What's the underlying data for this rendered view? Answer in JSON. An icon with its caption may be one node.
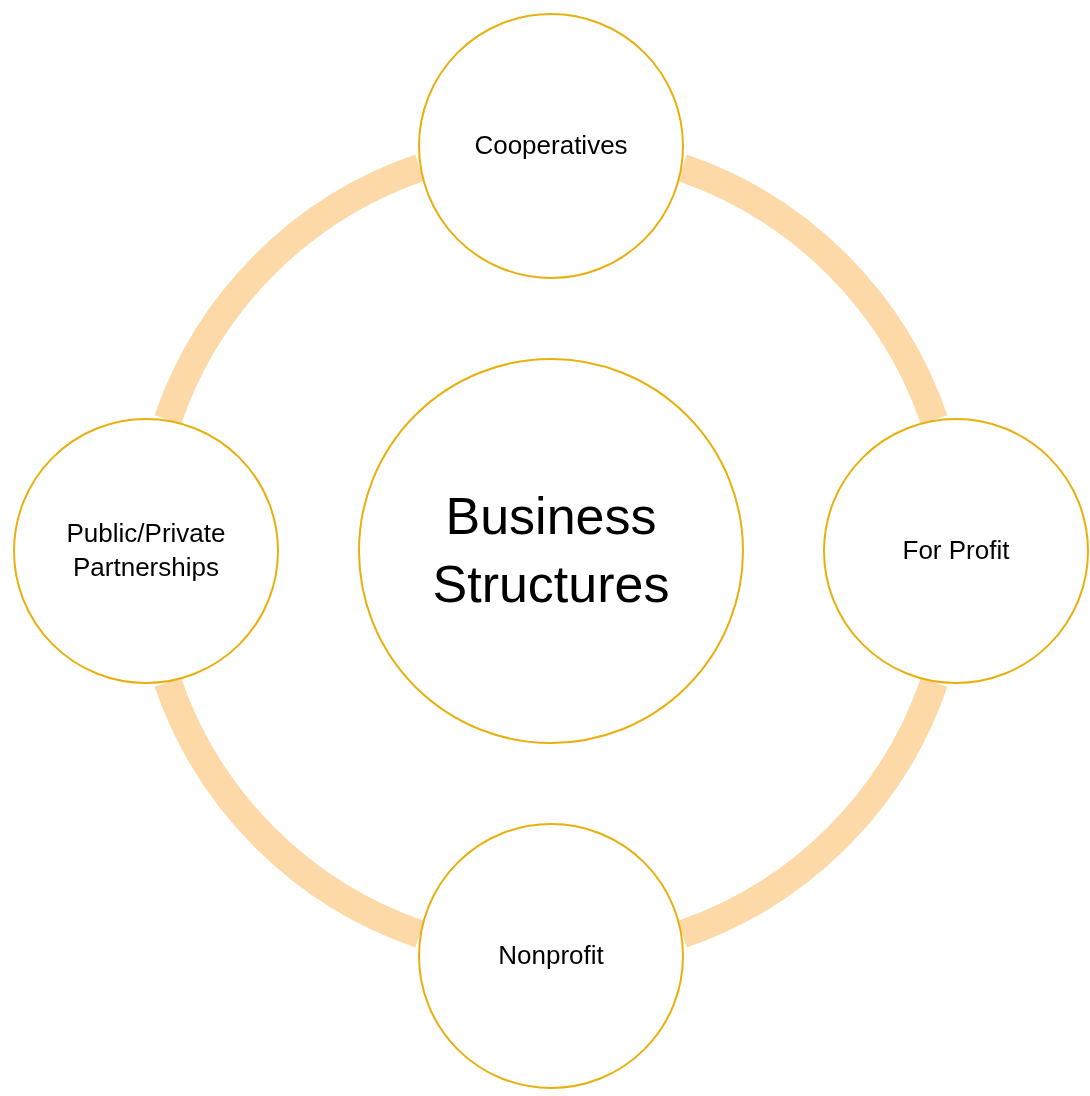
{
  "diagram": {
    "nodes": [
      {
        "text": [
          "Business Structures"
        ]
      },
      {
        "text": [
          "Cooperatives"
        ]
      },
      {
        "text": [
          "For Profit"
        ]
      },
      {
        "text": [
          "Nonprofit"
        ]
      },
      {
        "text": [
          "Public/Private Partnerships"
        ]
      }
    ],
    "edges": [
      {
        "from": 1,
        "to": 2,
        "arrow": "none"
      },
      {
        "from": 2,
        "to": 3,
        "arrow": "none"
      },
      {
        "from": 3,
        "to": 4,
        "arrow": "none"
      },
      {
        "from": 4,
        "to": 1,
        "arrow": "none"
      }
    ]
  }
}
